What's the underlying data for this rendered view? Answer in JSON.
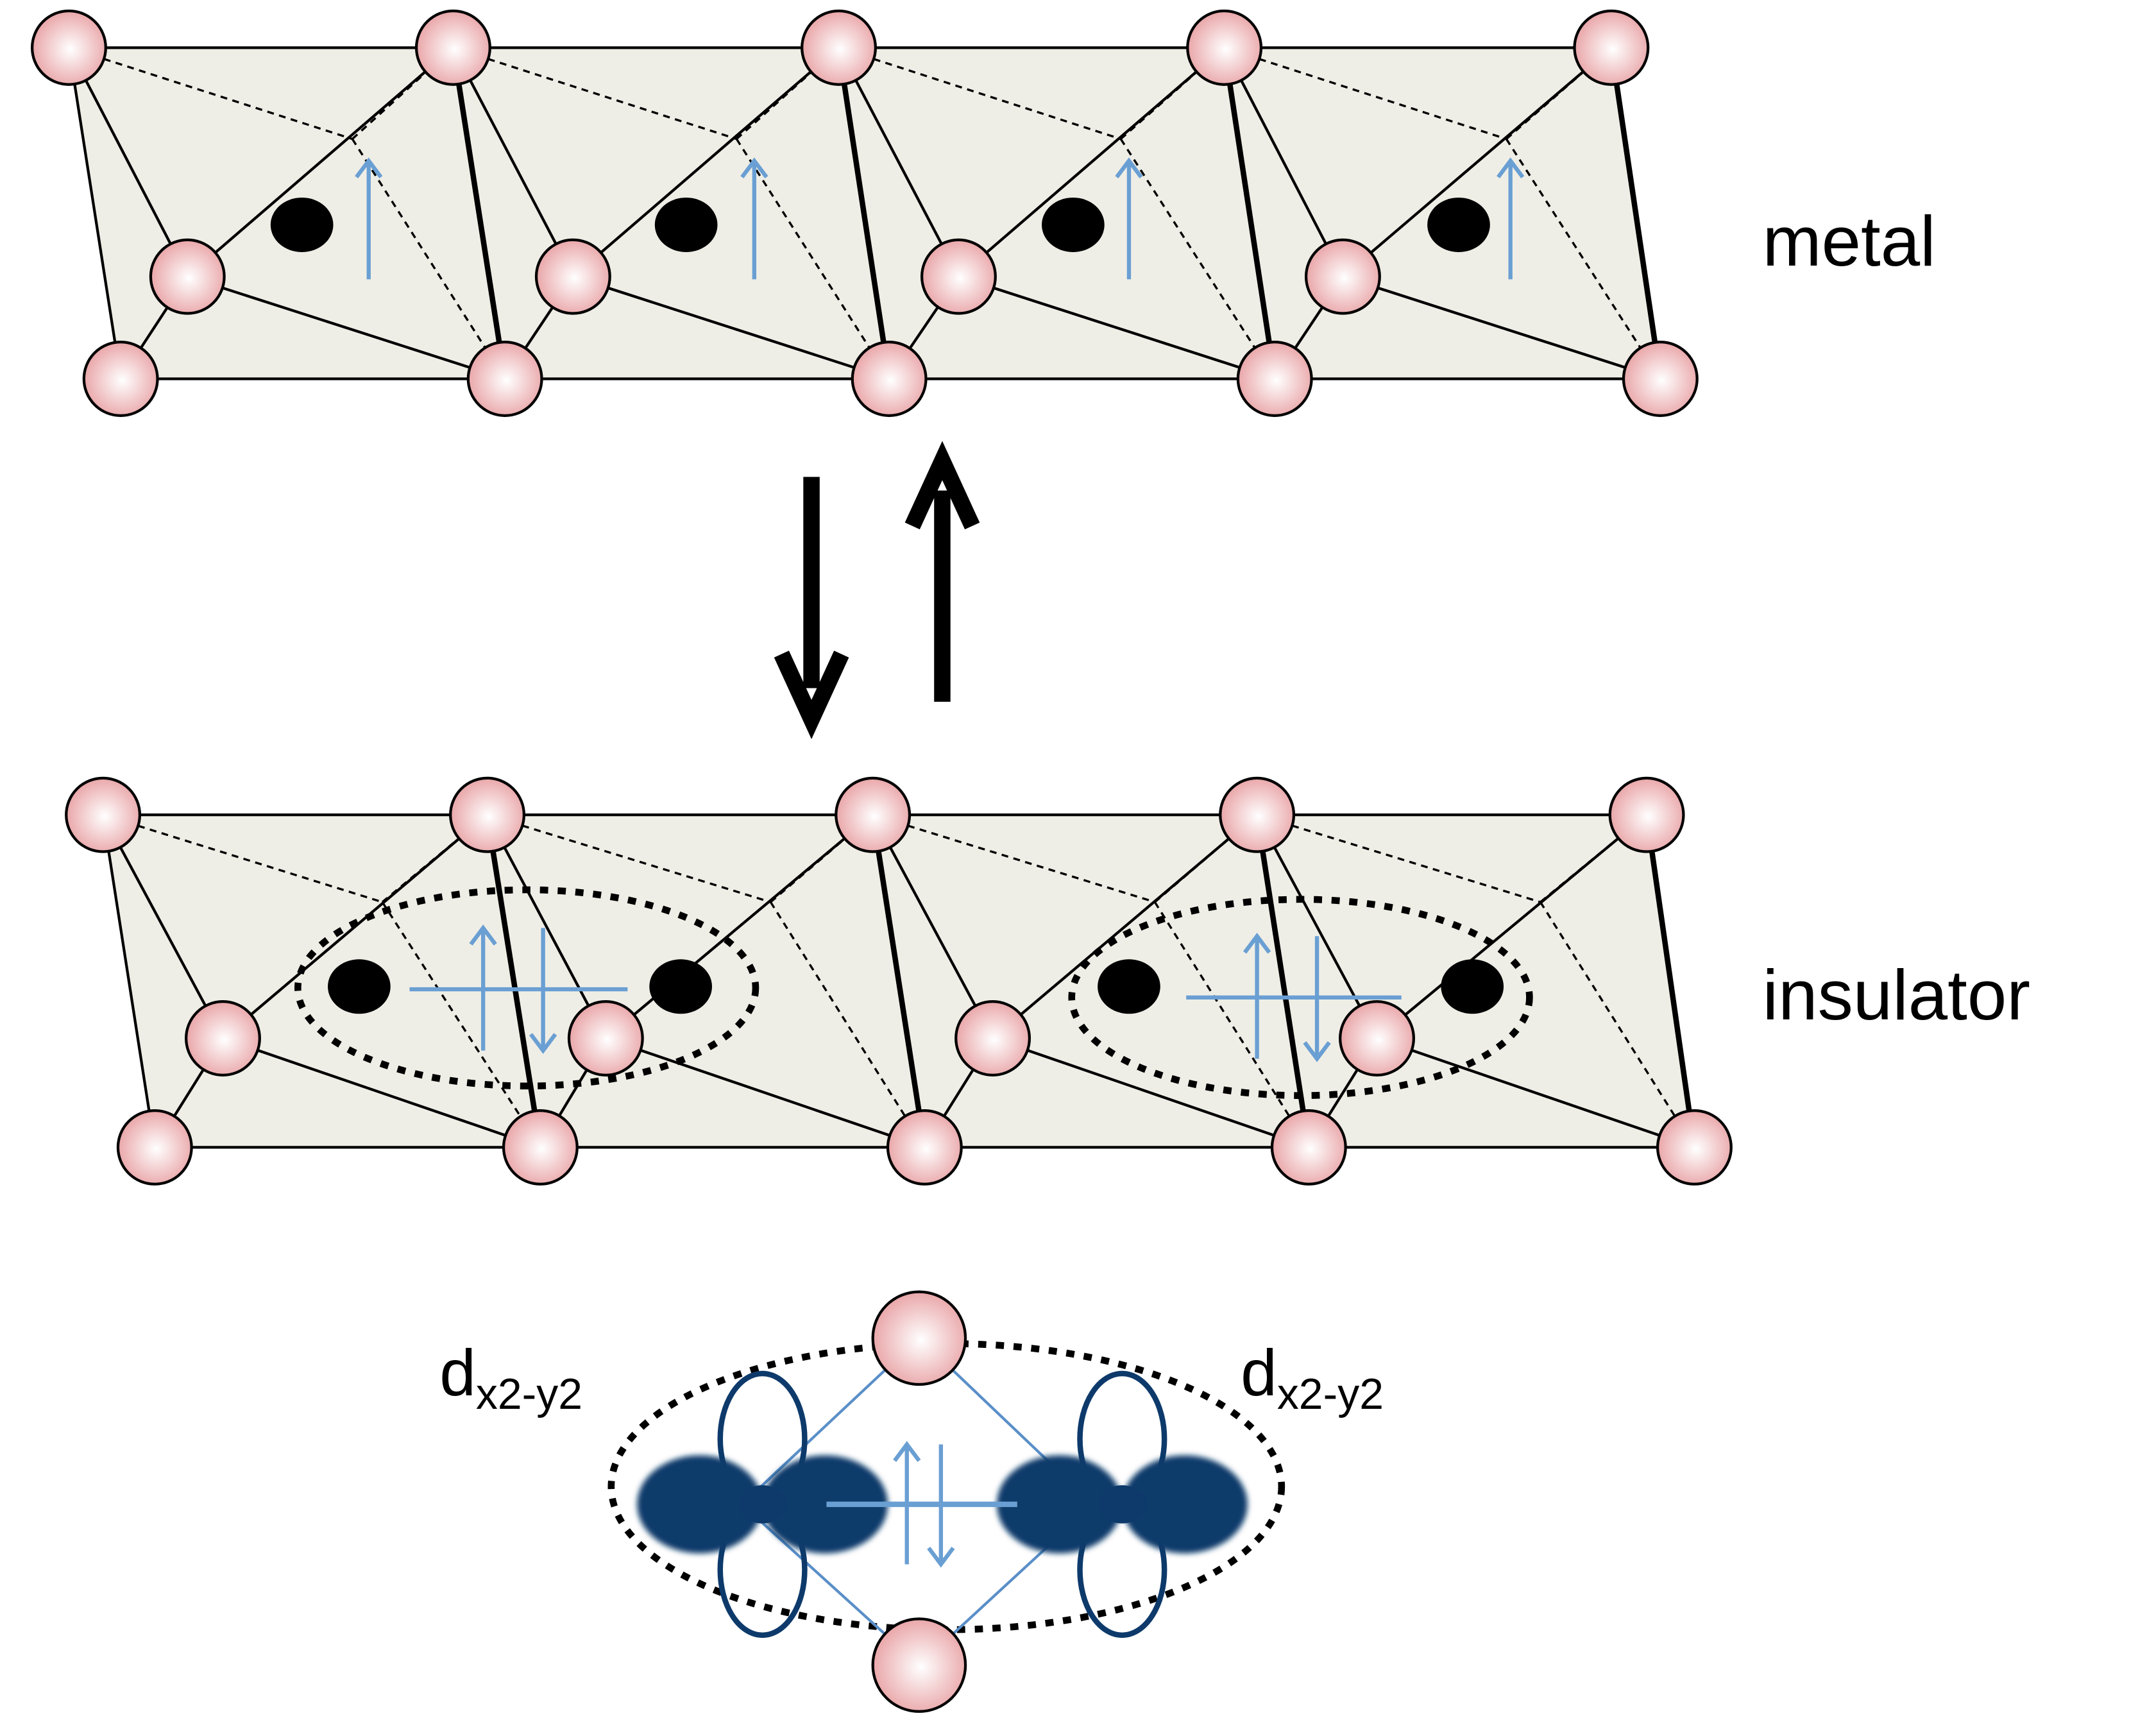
{
  "labels": {
    "metal": "metal",
    "insulator": "insulator",
    "orbital_left_main": "d",
    "orbital_left_sub": "x2-y2",
    "orbital_right_main": "d",
    "orbital_right_sub": "x2-y2"
  },
  "colors": {
    "background": "#ffffff",
    "slab_fill": "#efeee6",
    "oxygen_center": "#ffffff",
    "oxygen_edge": "#e6999c",
    "oxygen_stroke": "#000000",
    "metal_ion": "#000000",
    "spin_arrow": "#6a9fd3",
    "orbital": "#0d3a6b",
    "bond_line": "#000000"
  },
  "structure": {
    "metal_chain_sites": 4,
    "metal_spin_per_site": "up",
    "insulator_dimers": 2,
    "insulator_spins_per_dimer": [
      "up",
      "down"
    ],
    "orbital_type": "dx2-y2",
    "oxygen_icon": "oxygen-sphere-icon",
    "ion_icon": "vanadium-ion-icon",
    "transition_icon": "reversible-transition-arrows-icon"
  }
}
